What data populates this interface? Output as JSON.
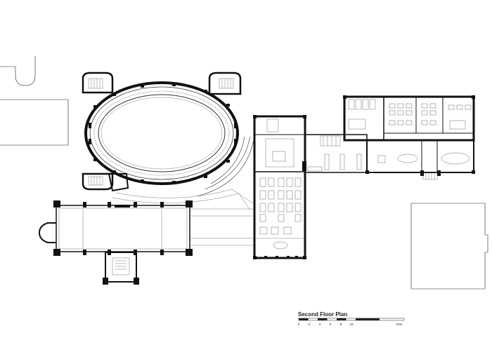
{
  "title": "Second Floor Plan",
  "scale_bar": {
    "labels": [
      "0",
      "2",
      "4",
      "6",
      "8",
      "10",
      "20m"
    ]
  }
}
